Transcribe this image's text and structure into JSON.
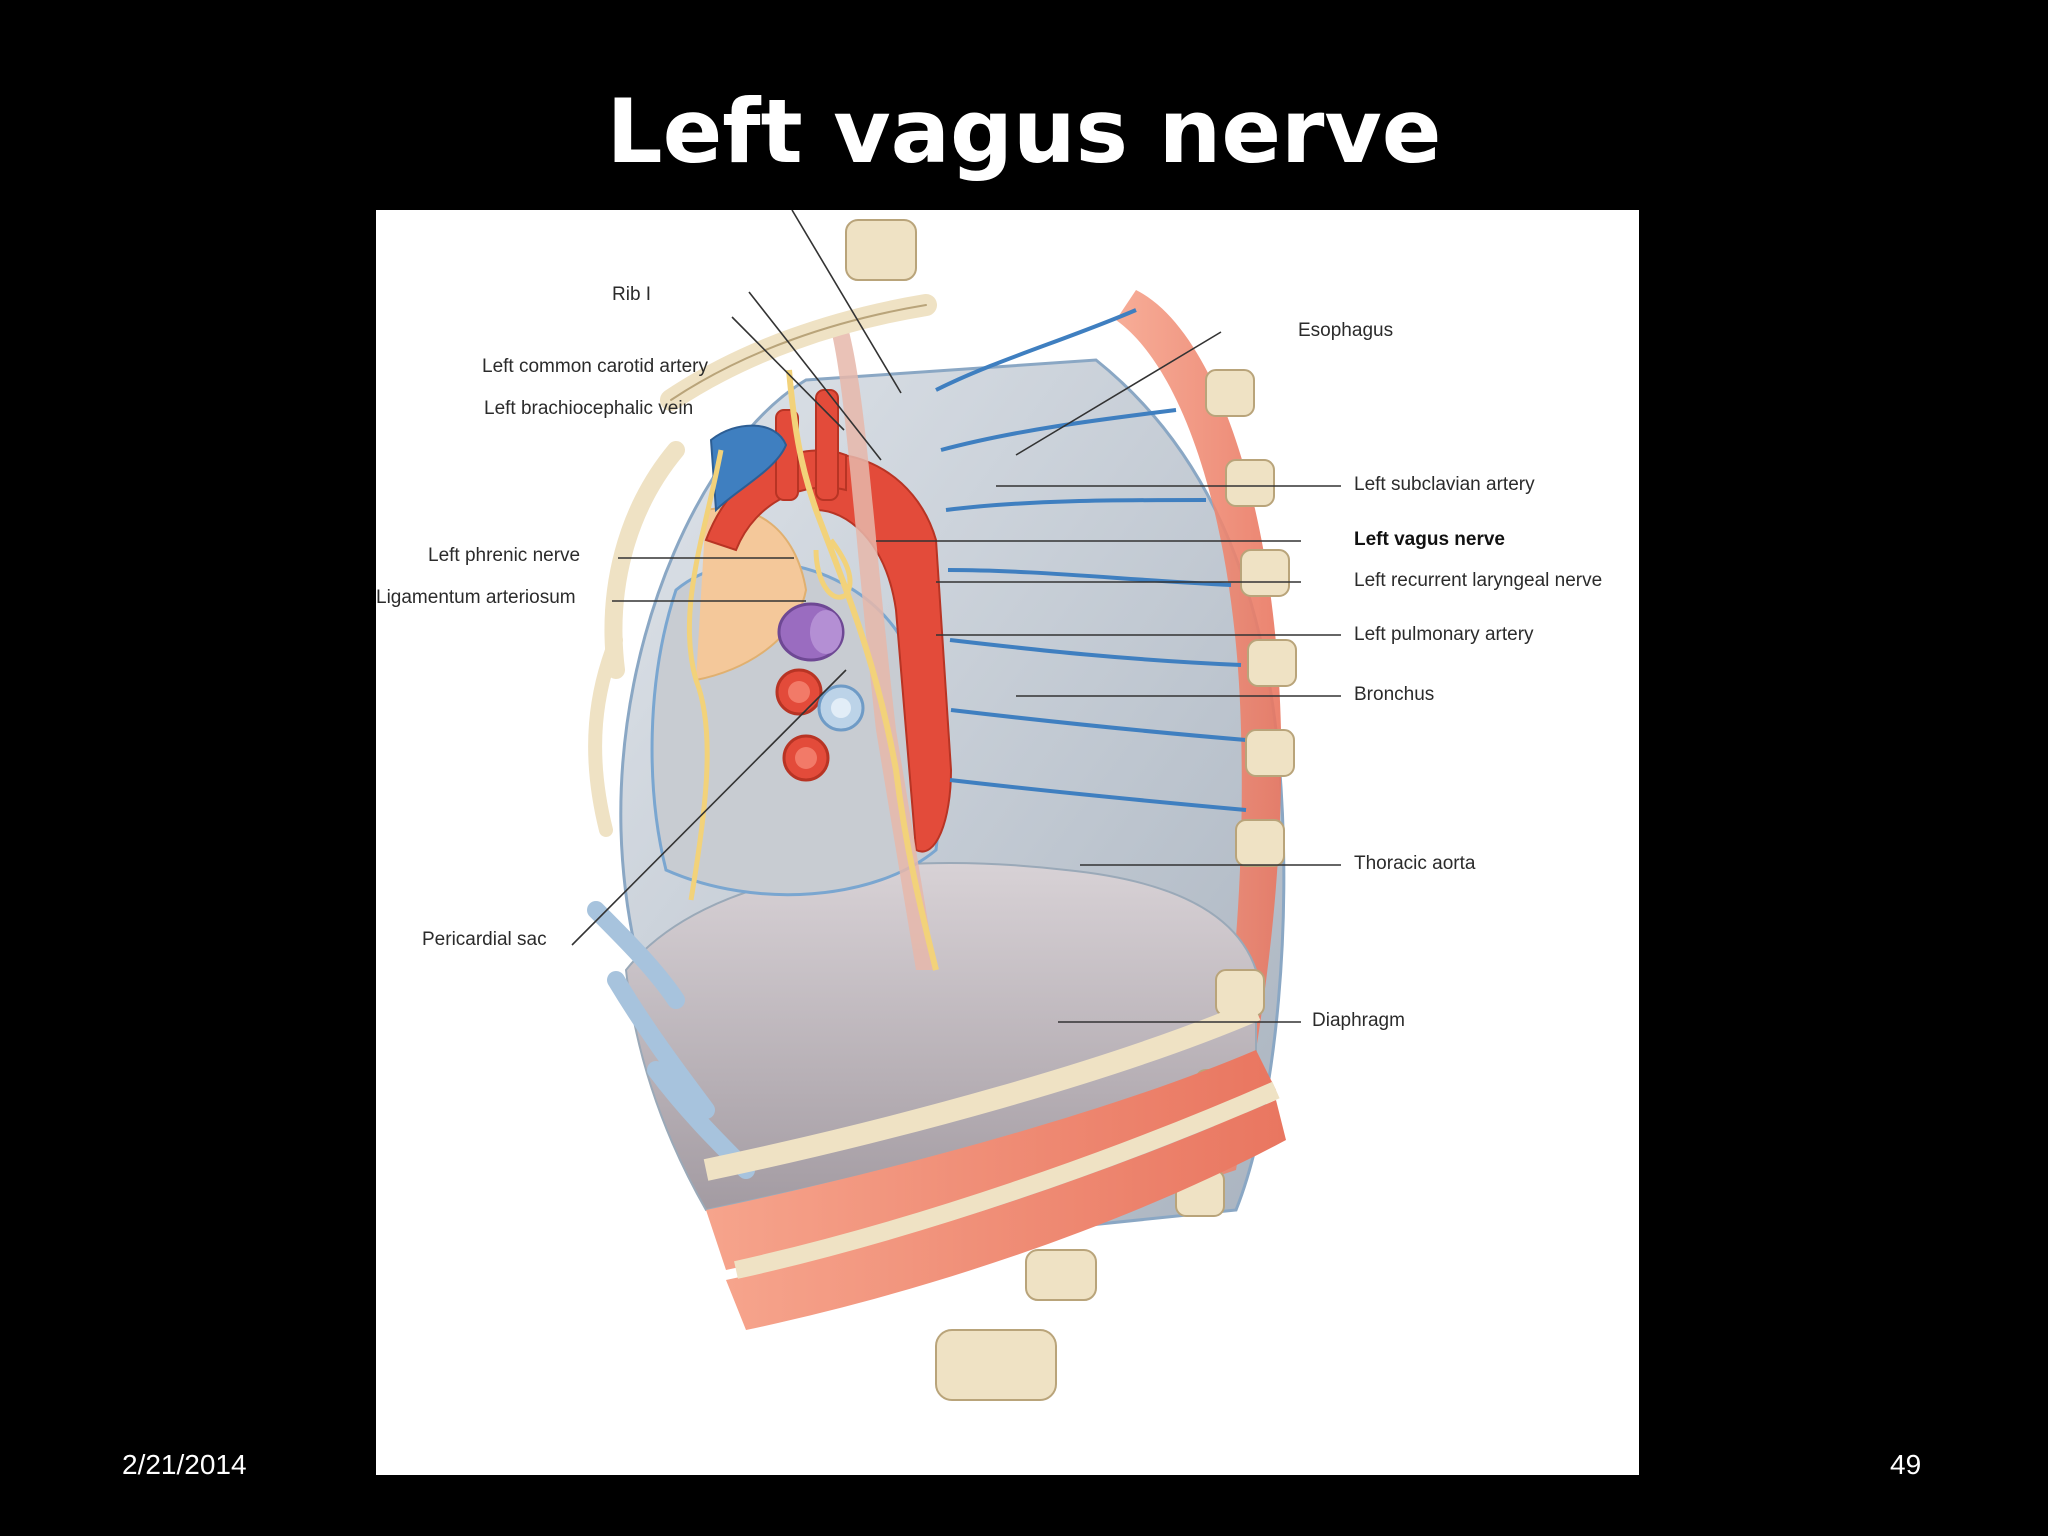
{
  "slide": {
    "title": "Left vagus nerve",
    "date": "2/21/2014",
    "page_number": "49"
  },
  "figure": {
    "labels": {
      "rib_1": "Rib I",
      "left_common_carotid_artery": "Left common carotid artery",
      "left_brachiocephalic_vein": "Left brachiocephalic vein",
      "left_phrenic_nerve": "Left phrenic nerve",
      "ligamentum_arteriosum": "Ligamentum arteriosum",
      "pericardial_sac": "Pericardial sac",
      "esophagus": "Esophagus",
      "left_subclavian_artery": "Left subclavian artery",
      "left_vagus_nerve": "Left vagus nerve",
      "left_recurrent_laryngeal_nerve": "Left recurrent laryngeal nerve",
      "left_pulmonary_artery": "Left pulmonary artery",
      "bronchus": "Bronchus",
      "thoracic_aorta": "Thoracic aorta",
      "diaphragm": "Diaphragm"
    },
    "colors": {
      "artery": "#e34b3a",
      "vein": "#3f7fc0",
      "nerve": "#f2d27a",
      "bone": "#efe2c4",
      "muscle": "#f0907a",
      "pleura": "#c9d3de",
      "pulmonary": "#9a6cc0"
    }
  }
}
